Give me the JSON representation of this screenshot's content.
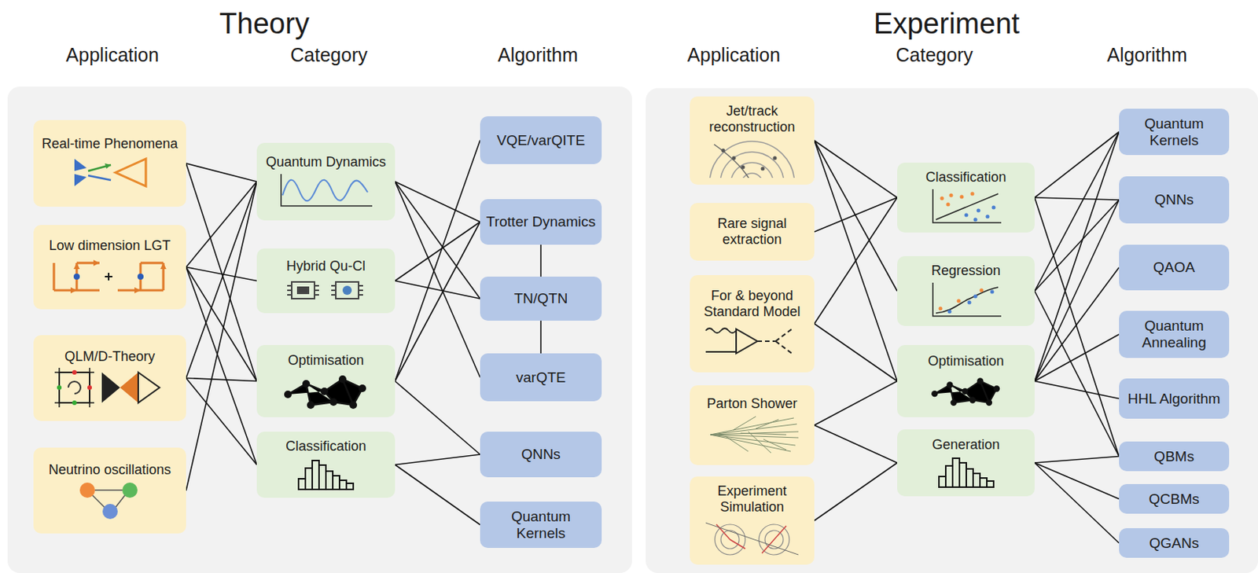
{
  "diagram": {
    "nodes": [
      {
        "text": [
          "Theory"
        ]
      },
      {
        "text": [
          "Real-time Phenomena"
        ],
        "in": 0
      },
      {
        "text": [
          "Low dimension LGT"
        ],
        "in": 0
      },
      {
        "text": [
          "QLM/D-Theory"
        ],
        "in": 0
      },
      {
        "text": [
          "Neutrino oscillations"
        ],
        "in": 0
      },
      {
        "text": [
          "Quantum Dynamics"
        ],
        "in": 0
      },
      {
        "text": [
          "Hybrid Qu-Cl"
        ],
        "in": 0
      },
      {
        "text": [
          "Optimisation"
        ],
        "in": 0
      },
      {
        "text": [
          "Classification"
        ],
        "in": 0
      },
      {
        "text": [
          "VQE/varQITE"
        ],
        "in": 0
      },
      {
        "text": [
          "Trotter Dynamics"
        ],
        "in": 0
      },
      {
        "text": [
          "TN/QTN"
        ],
        "in": 0
      },
      {
        "text": [
          "varQTE"
        ],
        "in": 0
      },
      {
        "text": [
          "QNNs"
        ],
        "in": 0
      },
      {
        "text": [
          "Quantum Kernels"
        ],
        "in": 0
      },
      {
        "text": [
          "Experiment"
        ]
      },
      {
        "text": [
          "Jet/track reconstruction"
        ],
        "in": 15
      },
      {
        "text": [
          "Rare signal extraction"
        ],
        "in": 15
      },
      {
        "text": [
          "For & beyond Standard Model"
        ],
        "in": 15
      },
      {
        "text": [
          "Parton Shower"
        ],
        "in": 15
      },
      {
        "text": [
          "Experiment Simulation"
        ],
        "in": 15
      },
      {
        "text": [
          "Classification"
        ],
        "in": 15
      },
      {
        "text": [
          "Regression"
        ],
        "in": 15
      },
      {
        "text": [
          "Optimisation"
        ],
        "in": 15
      },
      {
        "text": [
          "Generation"
        ],
        "in": 15
      },
      {
        "text": [
          "Quantum Kernels"
        ],
        "in": 15
      },
      {
        "text": [
          "QNNs"
        ],
        "in": 15
      },
      {
        "text": [
          "QAOA"
        ],
        "in": 15
      },
      {
        "text": [
          "Quantum Annealing"
        ],
        "in": 15
      },
      {
        "text": [
          "HHL Algorithm"
        ],
        "in": 15
      },
      {
        "text": [
          "QBMs"
        ],
        "in": 15
      },
      {
        "text": [
          "QCBMs"
        ],
        "in": 15
      },
      {
        "text": [
          "QGANs"
        ],
        "in": 15
      }
    ],
    "edges": [
      {
        "from": 1,
        "to": 5,
        "arrow": "none"
      },
      {
        "from": 1,
        "to": 7,
        "arrow": "none"
      },
      {
        "from": 2,
        "to": 5,
        "arrow": "none"
      },
      {
        "from": 2,
        "to": 6,
        "arrow": "none"
      },
      {
        "from": 2,
        "to": 7,
        "arrow": "none"
      },
      {
        "from": 2,
        "to": 8,
        "arrow": "none"
      },
      {
        "from": 3,
        "to": 5,
        "arrow": "none"
      },
      {
        "from": 3,
        "to": 7,
        "arrow": "none"
      },
      {
        "from": 3,
        "to": 8,
        "arrow": "none"
      },
      {
        "from": 4,
        "to": 5,
        "arrow": "none"
      },
      {
        "from": 5,
        "to": 10,
        "arrow": "none"
      },
      {
        "from": 5,
        "to": 11,
        "arrow": "none"
      },
      {
        "from": 5,
        "to": 12,
        "arrow": "none"
      },
      {
        "from": 6,
        "to": 10,
        "arrow": "none"
      },
      {
        "from": 6,
        "to": 11,
        "arrow": "none"
      },
      {
        "from": 7,
        "to": 9,
        "arrow": "none"
      },
      {
        "from": 7,
        "to": 10,
        "arrow": "none"
      },
      {
        "from": 7,
        "to": 13,
        "arrow": "none"
      },
      {
        "from": 8,
        "to": 13,
        "arrow": "none"
      },
      {
        "from": 8,
        "to": 14,
        "arrow": "none"
      },
      {
        "from": 10,
        "to": 11,
        "arrow": "none"
      },
      {
        "from": 11,
        "to": 12,
        "arrow": "none"
      },
      {
        "from": 16,
        "to": 21,
        "arrow": "none"
      },
      {
        "from": 16,
        "to": 22,
        "arrow": "none"
      },
      {
        "from": 16,
        "to": 23,
        "arrow": "none"
      },
      {
        "from": 17,
        "to": 21,
        "arrow": "none"
      },
      {
        "from": 18,
        "to": 21,
        "arrow": "none"
      },
      {
        "from": 18,
        "to": 23,
        "arrow": "none"
      },
      {
        "from": 19,
        "to": 23,
        "arrow": "none"
      },
      {
        "from": 19,
        "to": 24,
        "arrow": "none"
      },
      {
        "from": 20,
        "to": 24,
        "arrow": "none"
      },
      {
        "from": 21,
        "to": 25,
        "arrow": "none"
      },
      {
        "from": 21,
        "to": 26,
        "arrow": "none"
      },
      {
        "from": 21,
        "to": 30,
        "arrow": "none"
      },
      {
        "from": 22,
        "to": 25,
        "arrow": "none"
      },
      {
        "from": 22,
        "to": 26,
        "arrow": "none"
      },
      {
        "from": 22,
        "to": 30,
        "arrow": "none"
      },
      {
        "from": 23,
        "to": 25,
        "arrow": "none"
      },
      {
        "from": 23,
        "to": 26,
        "arrow": "none"
      },
      {
        "from": 23,
        "to": 27,
        "arrow": "none"
      },
      {
        "from": 23,
        "to": 28,
        "arrow": "none"
      },
      {
        "from": 23,
        "to": 29,
        "arrow": "none"
      },
      {
        "from": 24,
        "to": 30,
        "arrow": "none"
      },
      {
        "from": 24,
        "to": 31,
        "arrow": "none"
      },
      {
        "from": 24,
        "to": 32,
        "arrow": "none"
      }
    ],
    "labels": [
      "Application",
      "Category",
      "Algorithm",
      "Application",
      "Category",
      "Algorithm"
    ]
  }
}
